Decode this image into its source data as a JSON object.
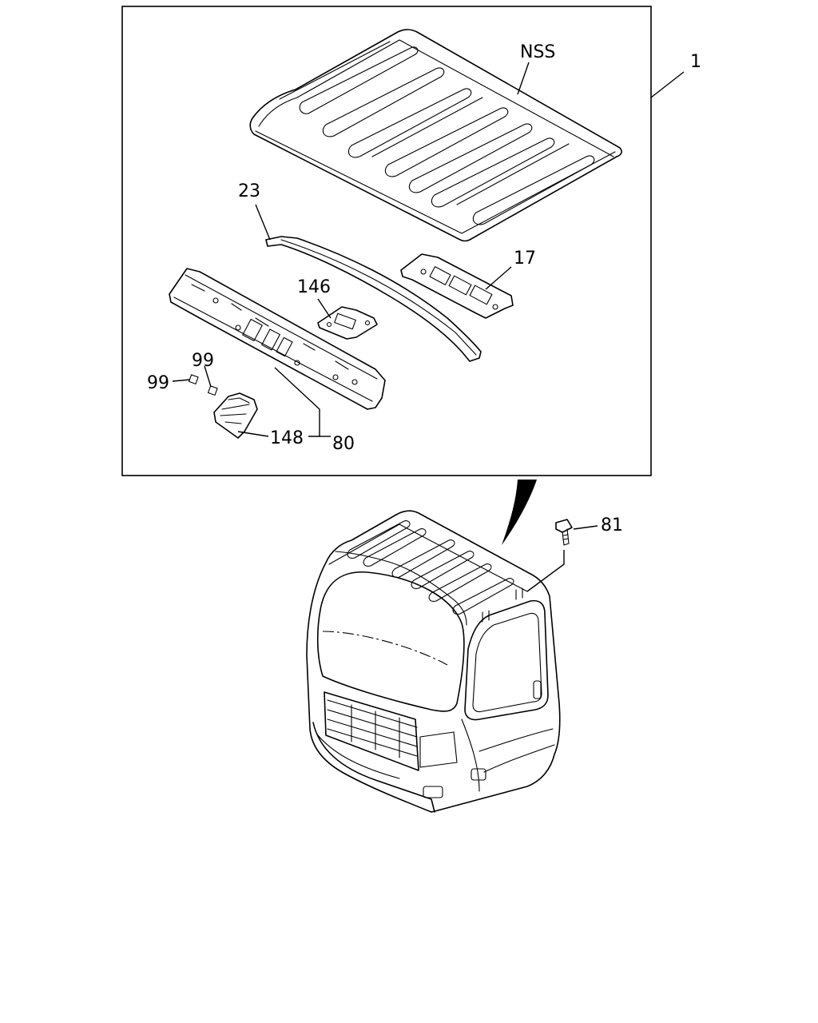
{
  "callouts": {
    "nss": "NSS",
    "c1": "1",
    "c23": "23",
    "c17": "17",
    "c146": "146",
    "c99a": "99",
    "c99b": "99",
    "c148": "148",
    "c80": "80",
    "c81": "81"
  }
}
